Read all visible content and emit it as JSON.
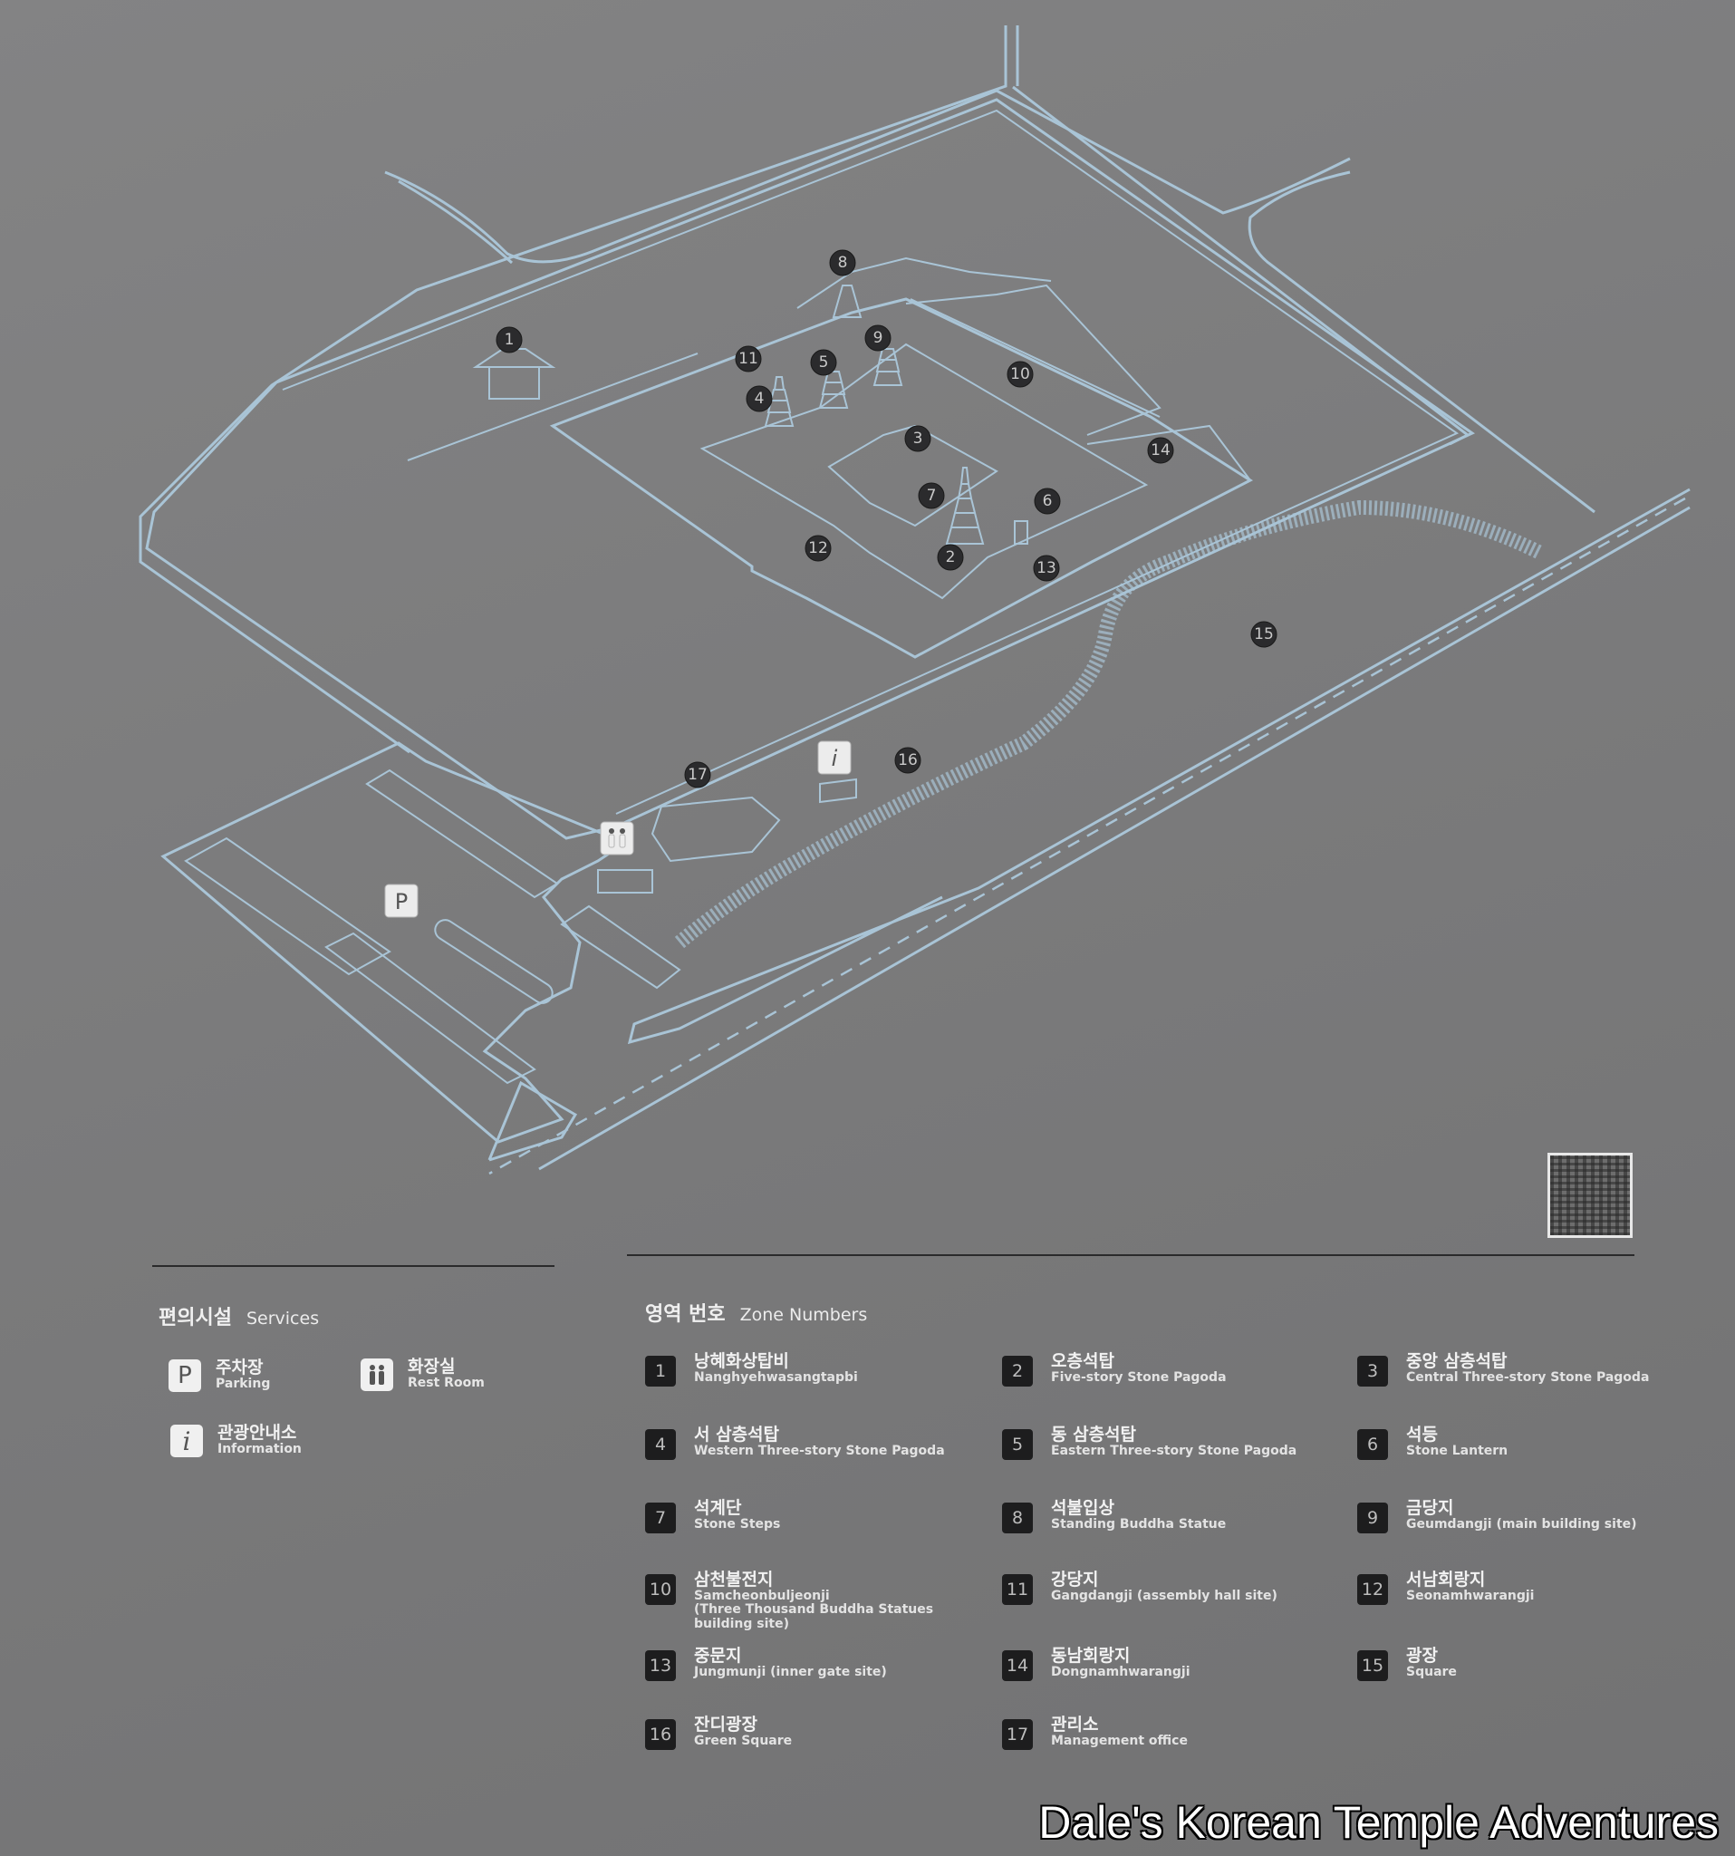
{
  "map": {
    "markers": [
      {
        "id": "marker-1",
        "label": "1"
      },
      {
        "id": "marker-2",
        "label": "2"
      },
      {
        "id": "marker-3",
        "label": "3"
      },
      {
        "id": "marker-4",
        "label": "4"
      },
      {
        "id": "marker-5",
        "label": "5"
      },
      {
        "id": "marker-6",
        "label": "6"
      },
      {
        "id": "marker-7",
        "label": "7"
      },
      {
        "id": "marker-8",
        "label": "8"
      },
      {
        "id": "marker-9",
        "label": "9"
      },
      {
        "id": "marker-10",
        "label": "10"
      },
      {
        "id": "marker-11",
        "label": "11"
      },
      {
        "id": "marker-12",
        "label": "12"
      },
      {
        "id": "marker-13",
        "label": "13"
      },
      {
        "id": "marker-14",
        "label": "14"
      },
      {
        "id": "marker-15",
        "label": "15"
      },
      {
        "id": "marker-16",
        "label": "16"
      },
      {
        "id": "marker-17",
        "label": "17"
      }
    ],
    "icon_parking": "P",
    "icon_info": "i",
    "icon_restroom": "restroom-icon"
  },
  "services": {
    "title_ko": "편의시설",
    "title_en": "Services",
    "items": [
      {
        "icon": "P",
        "ko": "주차장",
        "en": "Parking"
      },
      {
        "icon": "restroom-icon",
        "ko": "화장실",
        "en": "Rest Room"
      },
      {
        "icon": "i",
        "ko": "관광안내소",
        "en": "Information"
      }
    ]
  },
  "zones": {
    "title_ko": "영역 번호",
    "title_en": "Zone Numbers",
    "items": [
      {
        "num": "1",
        "ko": "낭혜화상탑비",
        "en": "Nanghyehwasangtapbi"
      },
      {
        "num": "2",
        "ko": "오층석탑",
        "en": "Five-story Stone Pagoda"
      },
      {
        "num": "3",
        "ko": "중앙 삼층석탑",
        "en": "Central Three-story Stone Pagoda"
      },
      {
        "num": "4",
        "ko": "서 삼층석탑",
        "en": "Western Three-story Stone Pagoda"
      },
      {
        "num": "5",
        "ko": "동 삼층석탑",
        "en": "Eastern Three-story Stone Pagoda"
      },
      {
        "num": "6",
        "ko": "석등",
        "en": "Stone Lantern"
      },
      {
        "num": "7",
        "ko": "석계단",
        "en": "Stone Steps"
      },
      {
        "num": "8",
        "ko": "석불입상",
        "en": "Standing Buddha Statue"
      },
      {
        "num": "9",
        "ko": "금당지",
        "en": "Geumdangji (main building site)"
      },
      {
        "num": "10",
        "ko": "삼천불전지",
        "en": "Samcheonbuljeonji",
        "en2": "(Three Thousand Buddha Statues building site)"
      },
      {
        "num": "11",
        "ko": "강당지",
        "en": "Gangdangji (assembly hall site)"
      },
      {
        "num": "12",
        "ko": "서남회랑지",
        "en": "Seonamhwarangji"
      },
      {
        "num": "13",
        "ko": "중문지",
        "en": "Jungmunji (inner gate site)"
      },
      {
        "num": "14",
        "ko": "동남회랑지",
        "en": "Dongnamhwarangji"
      },
      {
        "num": "15",
        "ko": "광장",
        "en": "Square"
      },
      {
        "num": "16",
        "ko": "잔디광장",
        "en": "Green Square"
      },
      {
        "num": "17",
        "ko": "관리소",
        "en": "Management office"
      }
    ]
  },
  "watermark": "Dale's Korean Temple Adventures",
  "colors": {
    "board": "#7b7b7c",
    "map_line": "#a9c4d6",
    "badge": "#1d1d1e"
  }
}
